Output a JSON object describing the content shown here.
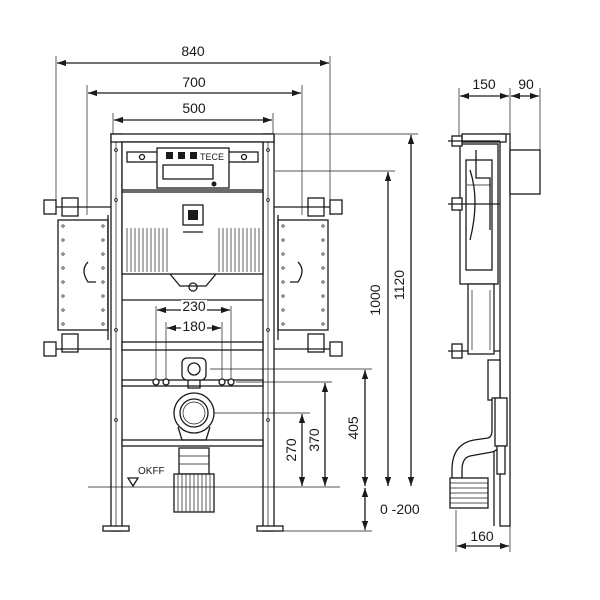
{
  "dimensions": {
    "width_840": "840",
    "width_700": "700",
    "width_500": "500",
    "height_1000": "1000",
    "height_1120": "1120",
    "spacing_230": "230",
    "spacing_180": "180",
    "height_270": "270",
    "height_370": "370",
    "height_405": "405",
    "adjust_range": "0 -200",
    "side_150": "150",
    "side_90": "90",
    "side_160": "160"
  },
  "labels": {
    "floor_level": "OKFF",
    "brand": "TECE"
  }
}
